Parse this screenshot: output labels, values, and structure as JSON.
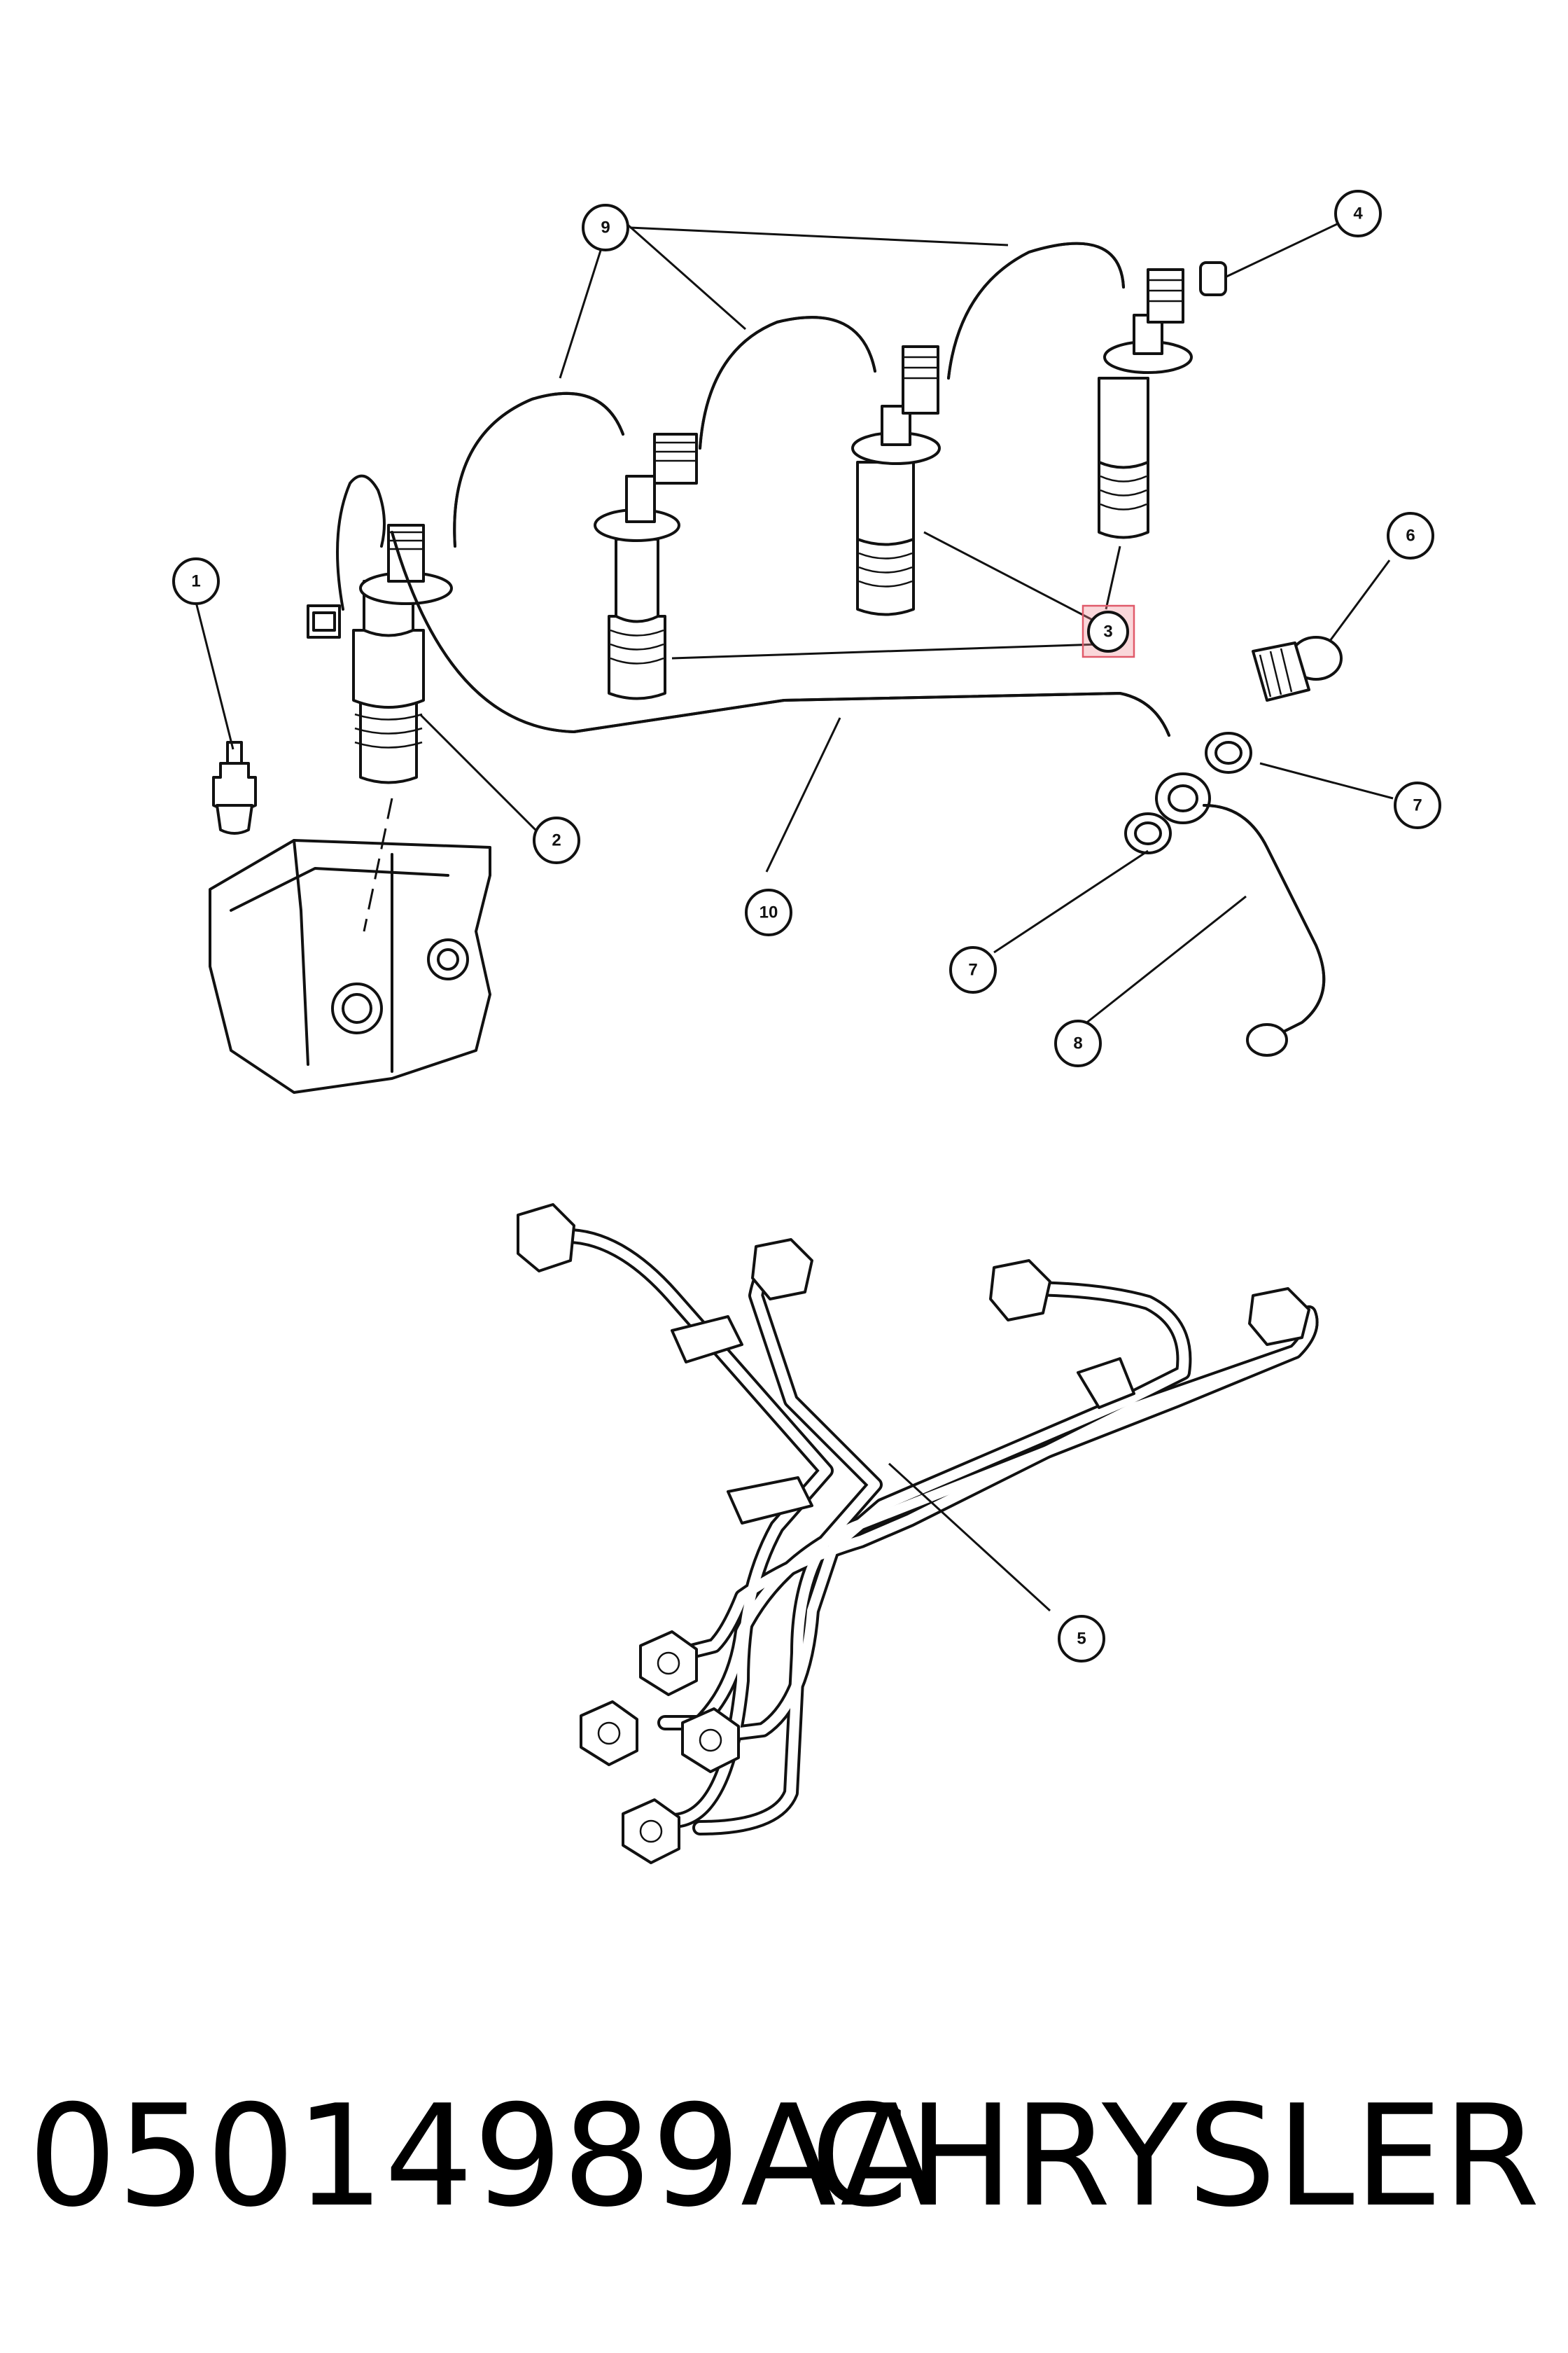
{
  "caption": {
    "part_number": "05014989AA",
    "brand": "CHRYSLER"
  },
  "callouts": [
    "1",
    "2",
    "3",
    "4",
    "5",
    "6",
    "7",
    "7",
    "8",
    "9",
    "10"
  ],
  "highlight": {
    "label": "3",
    "color": "#e05a6a"
  }
}
